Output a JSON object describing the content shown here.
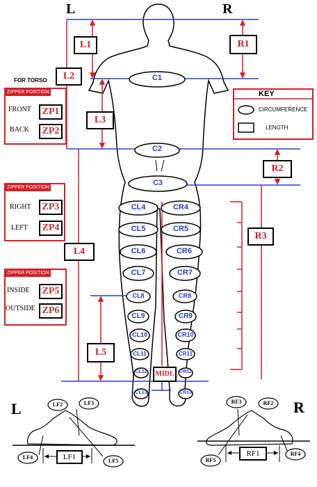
{
  "sides": {
    "left": "L",
    "right": "R"
  },
  "torso_note": "FOR TORSO",
  "key": {
    "title": "KEY",
    "circumference": "CIRCUMFERENCE",
    "length": "LENGTH"
  },
  "zipper_groups": [
    {
      "title": "ZIPPER POSITION",
      "rows": [
        {
          "label": "FRONT",
          "code": "ZP1"
        },
        {
          "label": "BACK",
          "code": "ZP2"
        }
      ]
    },
    {
      "title": "ZIPPER POSITION",
      "rows": [
        {
          "label": "RIGHT",
          "code": "ZP3"
        },
        {
          "label": "LEFT",
          "code": "ZP4"
        }
      ]
    },
    {
      "title": "ZIPPER POSITION",
      "rows": [
        {
          "label": "INSIDE",
          "code": "ZP5"
        },
        {
          "label": "OUTSIDE",
          "code": "ZP6"
        }
      ]
    }
  ],
  "lengths": {
    "L1": "L1",
    "L2": "L2",
    "L3": "L3",
    "L4": "L4",
    "L5": "L5",
    "R1": "R1",
    "R2": "R2",
    "R3": "R3",
    "MIDL": "MIDL",
    "LF1": "LF1",
    "RF1": "RF1"
  },
  "circ_main": [
    "C1",
    "C2",
    "C3"
  ],
  "circ_left": [
    "CL4",
    "CL5",
    "CL6",
    "CL7",
    "CL8",
    "CL9",
    "CL10",
    "CL11",
    "CL12",
    "CL13"
  ],
  "circ_right": [
    "CR4",
    "CR5",
    "CR6",
    "CR7",
    "CR8",
    "CR9",
    "CR10",
    "CR11",
    "CR12",
    "CR13"
  ],
  "foot_left": [
    "LF2",
    "LF3",
    "LF4",
    "LF5"
  ],
  "foot_right": [
    "RF3",
    "RF2",
    "RF5",
    "RF4"
  ]
}
